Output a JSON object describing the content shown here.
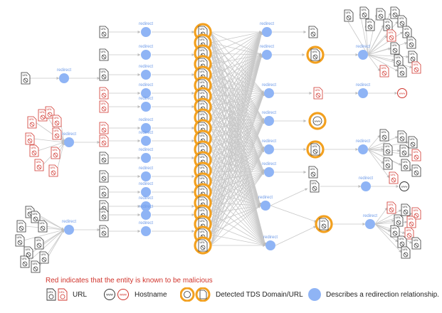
{
  "diagram": {
    "edge_label": "redirect",
    "colors": {
      "redirect_node": "#8fb4f5",
      "tds_ring": "#f2a01f",
      "malicious": "#d0342c",
      "benign": "#333333",
      "edge": "#c8c8c8"
    }
  },
  "legend": {
    "note": "Red indicates that the entity is known to be malicious",
    "url_label": "URL",
    "hostname_label": "Hostname",
    "tds_label": "Detected TDS Domain/URL",
    "redirect_label": "Describes a redirection relationship.",
    "url_icon_text": "URL",
    "hostname_icon_text": "www"
  }
}
